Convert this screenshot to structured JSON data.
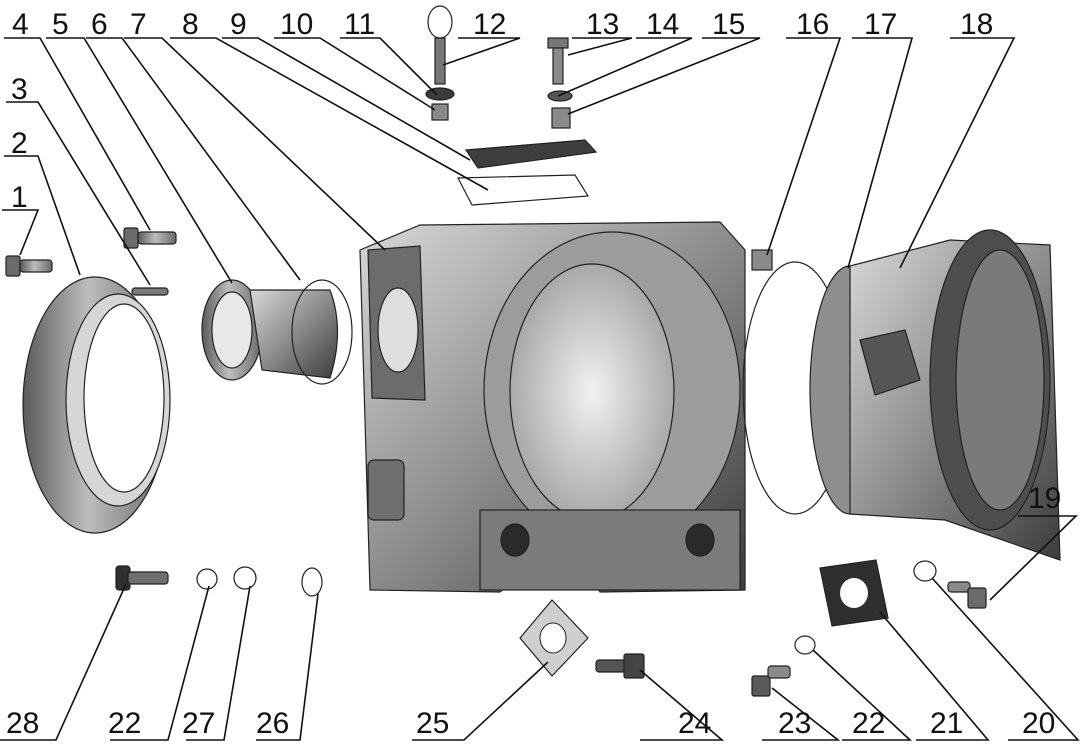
{
  "labels": [
    {
      "id": "1",
      "text": "1"
    },
    {
      "id": "2",
      "text": "2"
    },
    {
      "id": "3",
      "text": "3"
    },
    {
      "id": "4",
      "text": "4"
    },
    {
      "id": "5",
      "text": "5"
    },
    {
      "id": "6",
      "text": "6"
    },
    {
      "id": "7",
      "text": "7"
    },
    {
      "id": "8",
      "text": "8"
    },
    {
      "id": "9",
      "text": "9"
    },
    {
      "id": "10",
      "text": "10"
    },
    {
      "id": "11",
      "text": "11"
    },
    {
      "id": "12",
      "text": "12"
    },
    {
      "id": "13",
      "text": "13"
    },
    {
      "id": "14",
      "text": "14"
    },
    {
      "id": "15",
      "text": "15"
    },
    {
      "id": "16",
      "text": "16"
    },
    {
      "id": "17",
      "text": "17"
    },
    {
      "id": "18",
      "text": "18"
    },
    {
      "id": "19",
      "text": "19"
    },
    {
      "id": "20",
      "text": "20"
    },
    {
      "id": "21",
      "text": "21"
    },
    {
      "id": "22a",
      "text": "22"
    },
    {
      "id": "22b",
      "text": "22"
    },
    {
      "id": "23",
      "text": "23"
    },
    {
      "id": "24",
      "text": "24"
    },
    {
      "id": "25",
      "text": "25"
    },
    {
      "id": "26",
      "text": "26"
    },
    {
      "id": "27",
      "text": "27"
    },
    {
      "id": "28",
      "text": "28"
    }
  ],
  "colors": {
    "metal_dark": "#4a4a4a",
    "metal_mid": "#8a8a8a",
    "metal_light": "#c8c8c8",
    "line": "#111111"
  }
}
